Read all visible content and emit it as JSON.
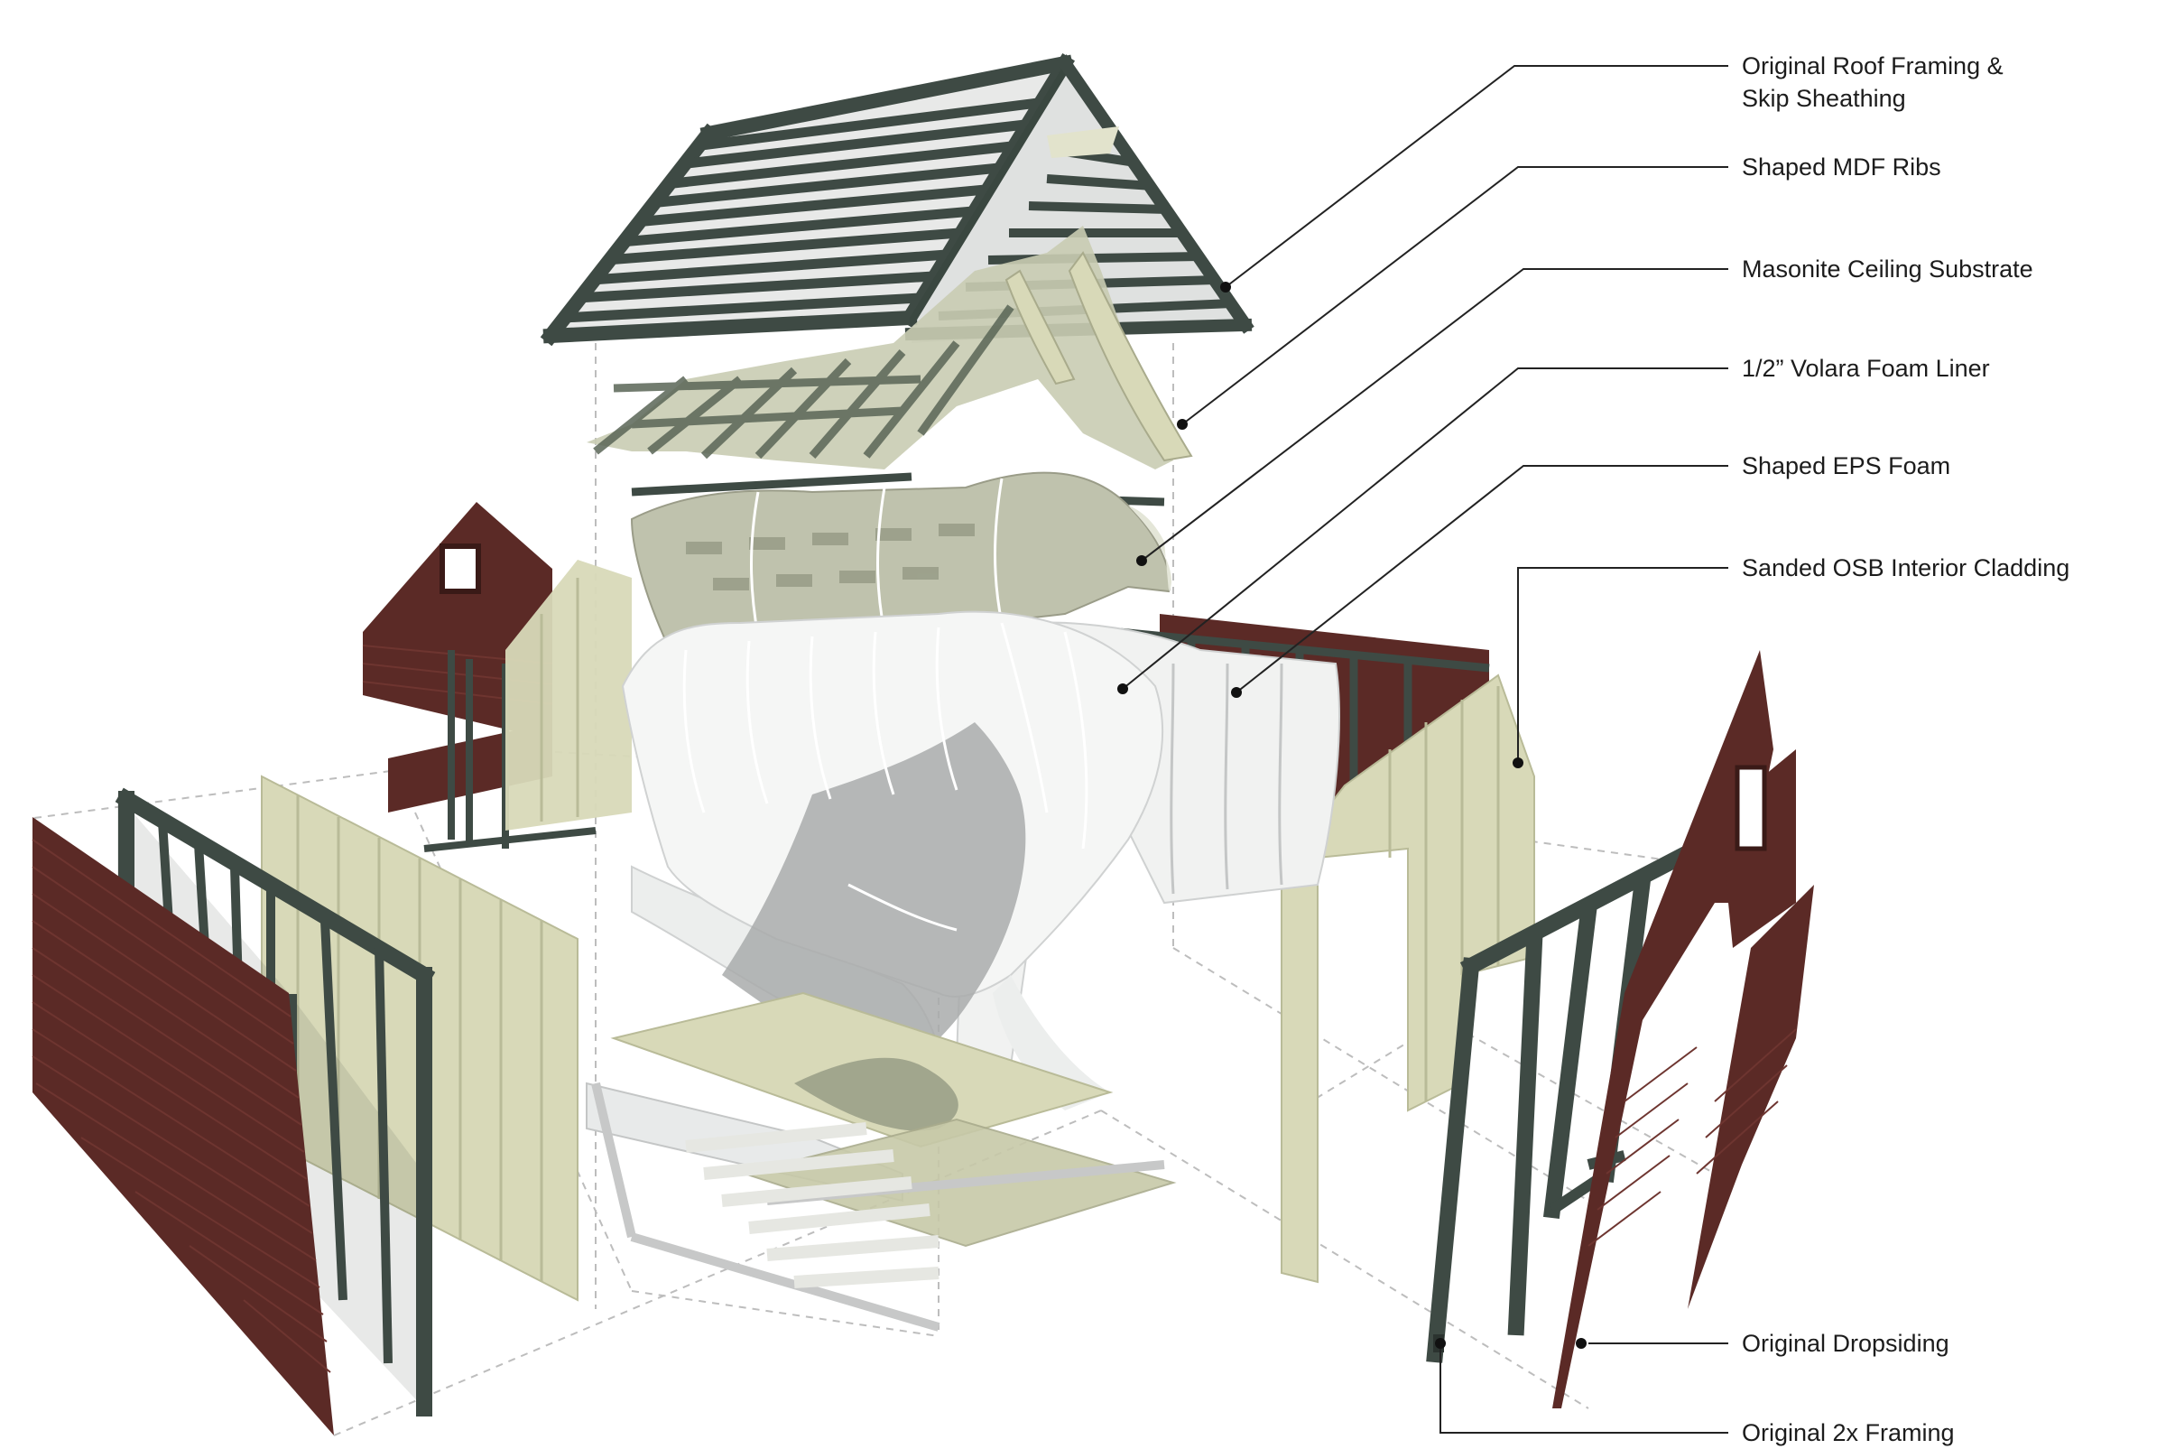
{
  "labels": [
    {
      "id": "roof",
      "lines": [
        "Original Roof Framing &",
        "Skip Sheathing"
      ]
    },
    {
      "id": "ribs",
      "lines": [
        "Shaped MDF Ribs"
      ]
    },
    {
      "id": "ceiling",
      "lines": [
        "Masonite Ceiling Substrate"
      ]
    },
    {
      "id": "volara",
      "lines": [
        "1/2” Volara Foam Liner"
      ]
    },
    {
      "id": "eps",
      "lines": [
        "Shaped EPS Foam"
      ]
    },
    {
      "id": "osb",
      "lines": [
        "Sanded OSB Interior Cladding"
      ]
    },
    {
      "id": "dropsiding",
      "lines": [
        "Original Dropsiding"
      ]
    },
    {
      "id": "framing",
      "lines": [
        "Original 2x Framing"
      ]
    }
  ],
  "colors": {
    "framing": "#3e4a44",
    "framing_dark": "#2b332f",
    "siding": "#5b2a26",
    "siding_light": "#6e3530",
    "osb": "#d8d9b8",
    "osb_shade": "#b9bb98",
    "masonite": "#bfc2ad",
    "foam": "#f1f2f1",
    "foam_shade": "#b6b8b8",
    "leader": "#222222",
    "guide": "#bdbdbd"
  }
}
